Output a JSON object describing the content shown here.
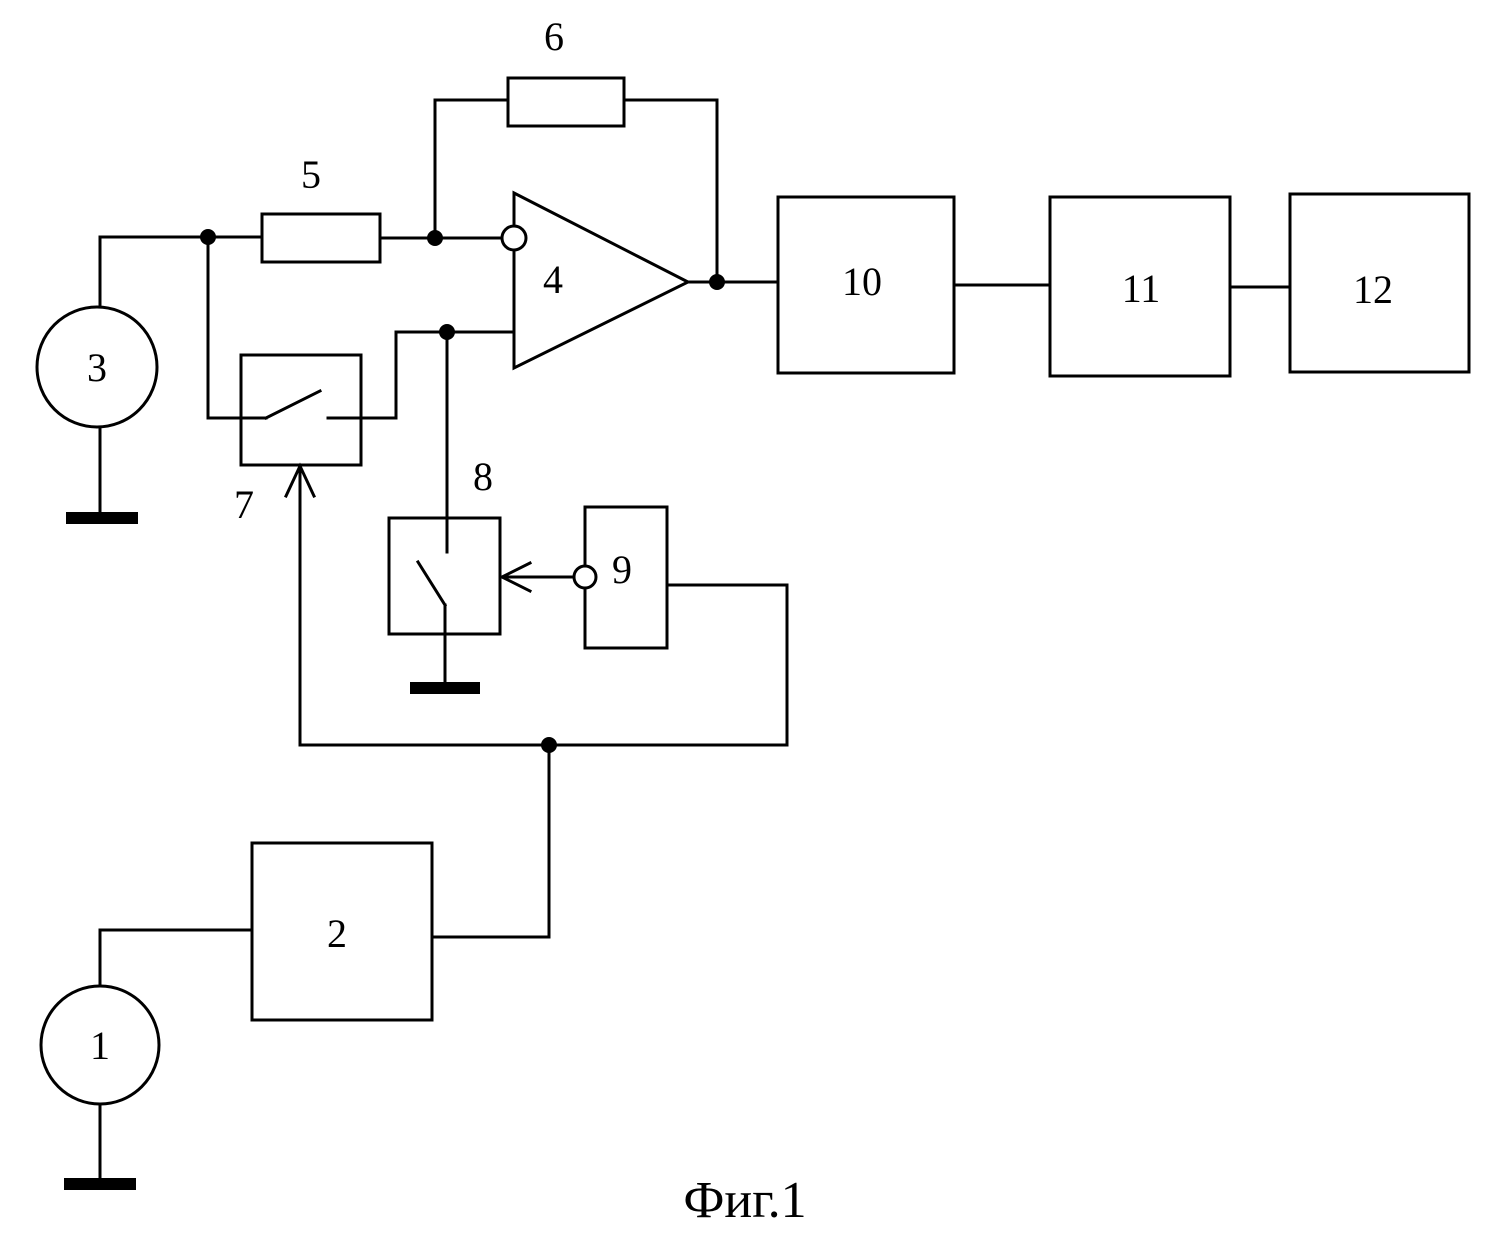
{
  "labels": {
    "source_1": "1",
    "block_2": "2",
    "source_3": "3",
    "amplifier_4": "4",
    "resistor_5": "5",
    "resistor_6": "6",
    "switch_7": "7",
    "switch_8": "8",
    "block_9": "9",
    "block_10": "10",
    "block_11": "11",
    "block_12": "12"
  },
  "caption": "Фиг.1"
}
